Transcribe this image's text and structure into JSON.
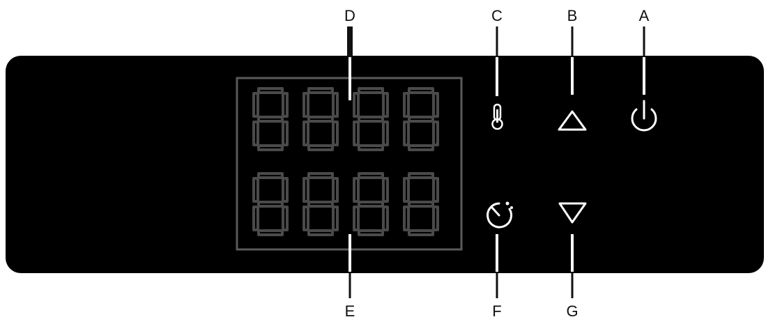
{
  "callouts": {
    "a": "A",
    "b": "B",
    "c": "C",
    "d": "D",
    "e": "E",
    "f": "F",
    "g": "G"
  },
  "icons": {
    "power": "power-icon",
    "up": "triangle-up-icon",
    "down": "triangle-down-icon",
    "temperature": "thermometer-icon",
    "timer": "timer-icon"
  },
  "colors": {
    "panel": "#000000",
    "segments_off": "#4a4a4a",
    "display_frame": "#5a5a5a",
    "glyph": "#ffffff"
  },
  "display": {
    "rows": 2,
    "digits_per_row": 4
  }
}
